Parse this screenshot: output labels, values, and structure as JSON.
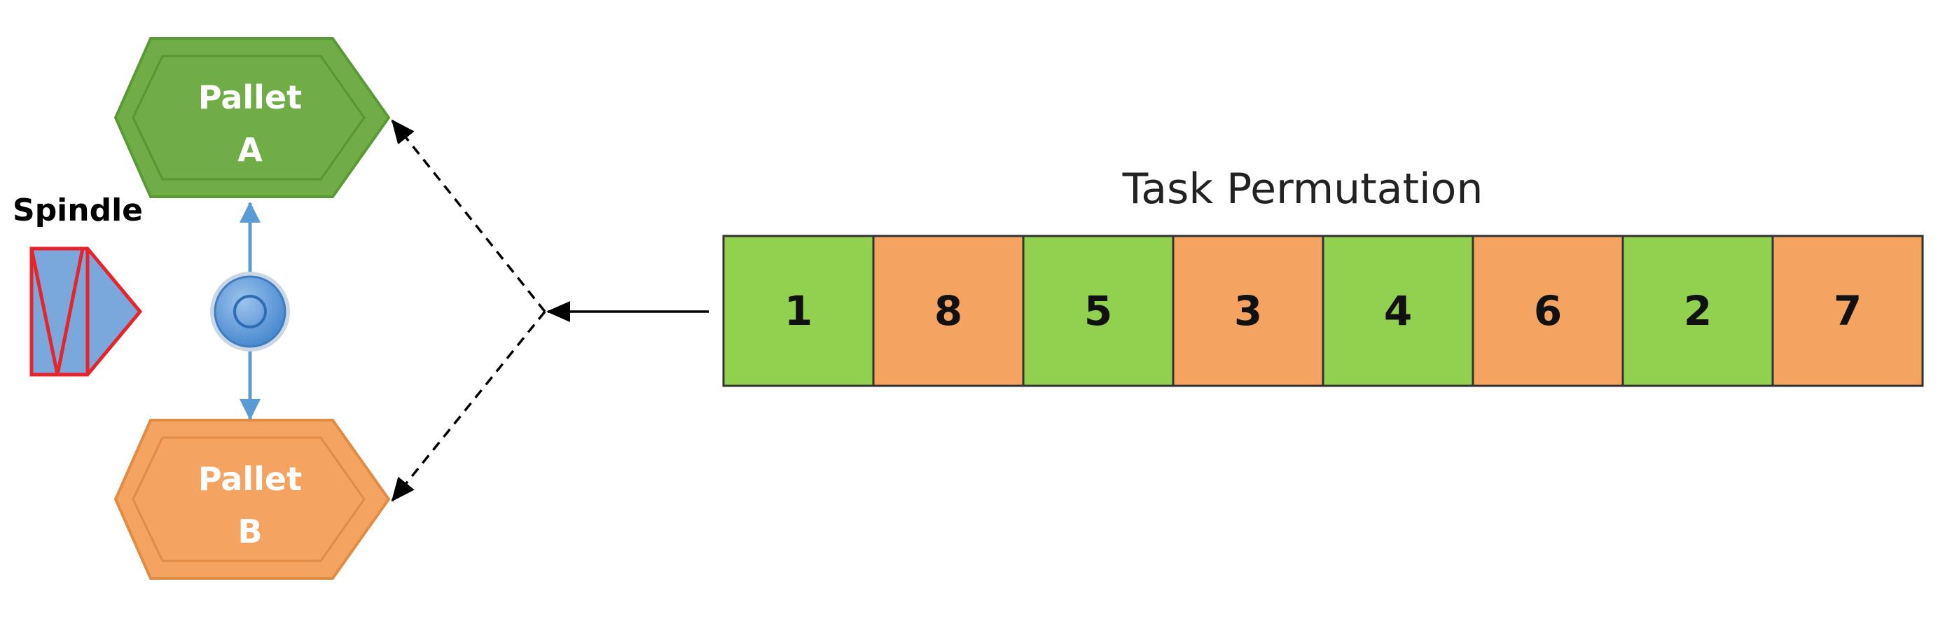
{
  "spindle": {
    "label": "Spindle"
  },
  "pallets": [
    {
      "line1": "Pallet",
      "line2": "A",
      "color": "#70ad47"
    },
    {
      "line1": "Pallet",
      "line2": "B",
      "color": "#f4a460"
    }
  ],
  "task_permutation": {
    "title": "Task Permutation",
    "cells": [
      {
        "value": "1",
        "pallet": "A"
      },
      {
        "value": "8",
        "pallet": "B"
      },
      {
        "value": "5",
        "pallet": "A"
      },
      {
        "value": "3",
        "pallet": "B"
      },
      {
        "value": "4",
        "pallet": "A"
      },
      {
        "value": "6",
        "pallet": "B"
      },
      {
        "value": "2",
        "pallet": "A"
      },
      {
        "value": "7",
        "pallet": "B"
      }
    ]
  },
  "colors": {
    "pallet_a": "#70ad47",
    "pallet_b": "#f4a460",
    "cell_a": "#92d050",
    "cell_b": "#f4a460",
    "spindle_fill": "#7aa7dc",
    "spindle_stroke": "#e8232a",
    "connector": "#5b9bd5"
  }
}
